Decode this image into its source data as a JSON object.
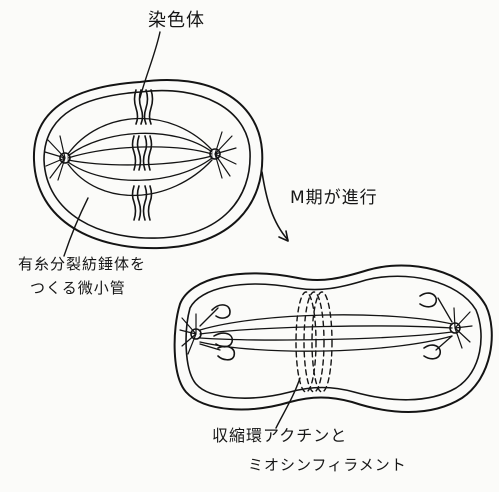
{
  "labels": {
    "chromosome": "染色体",
    "m_phase": "M期が進行",
    "spindle_mt_line1": "有糸分裂紡錘体を",
    "spindle_mt_line2": "つくる微小管",
    "contractile_ring_line1": "収縮環アクチンと",
    "contractile_ring_line2": "ミオシンフィラメント"
  },
  "colors": {
    "ink": "#141414",
    "paper": "#fbfbf9"
  }
}
